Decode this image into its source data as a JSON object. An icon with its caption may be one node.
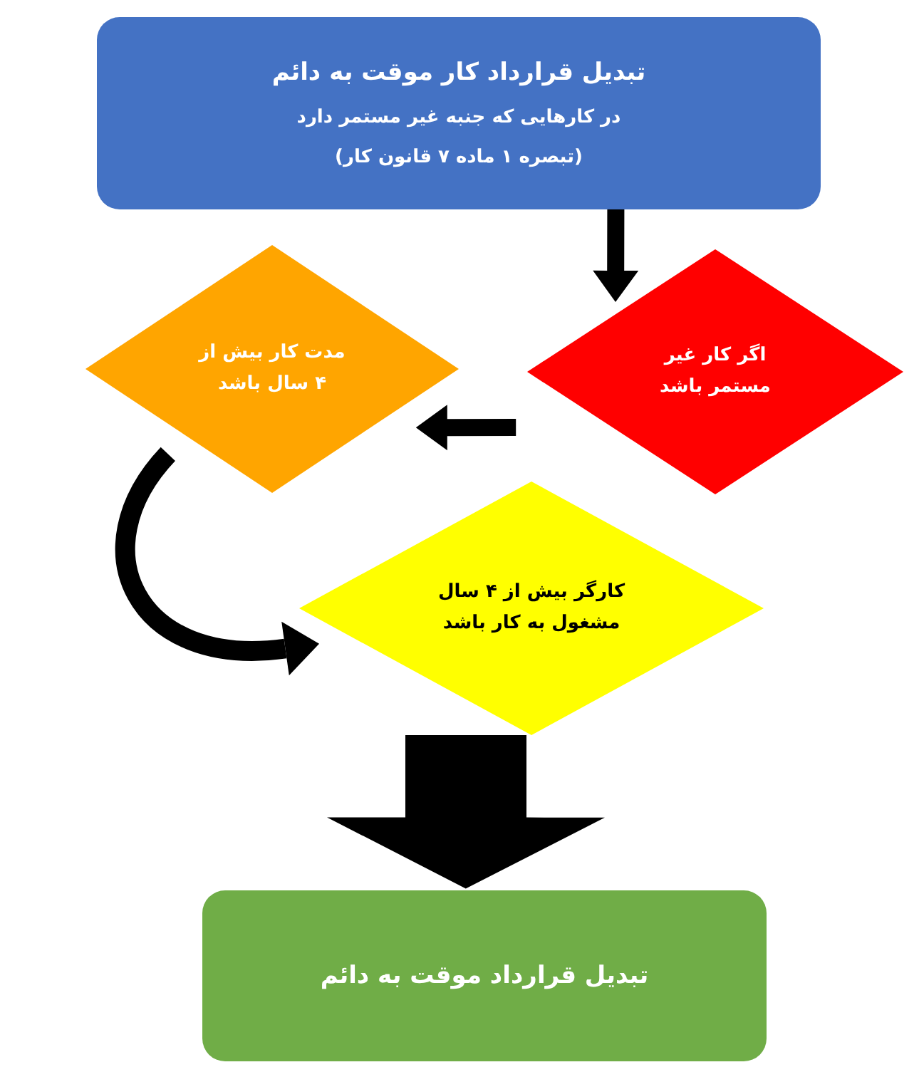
{
  "diagram": {
    "nodes": [
      {
        "text": [
          "تبدیل قرارداد کار موقت به دائم",
          "در کارهایی که جنبه غیر مستمر دارد",
          "(تبصره ۱ ماده ۷ قانون کار)"
        ]
      },
      {
        "text": [
          "اگر کار غیر مستمر باشد"
        ]
      },
      {
        "text": [
          "مدت کار بیش از ۴ سال باشد"
        ]
      },
      {
        "text": [
          "کارگر بیش از ۴ سال مشغول به کار باشد"
        ]
      },
      {
        "text": [
          "تبدیل قرارداد موقت به دائم"
        ]
      }
    ],
    "edges": [
      {
        "from": 0,
        "to": 1,
        "arrow": "to"
      },
      {
        "from": 1,
        "to": 2,
        "arrow": "to"
      },
      {
        "from": 2,
        "to": 3,
        "arrow": "to"
      },
      {
        "from": 3,
        "to": 4,
        "arrow": "to",
        "style": "thick"
      }
    ]
  }
}
